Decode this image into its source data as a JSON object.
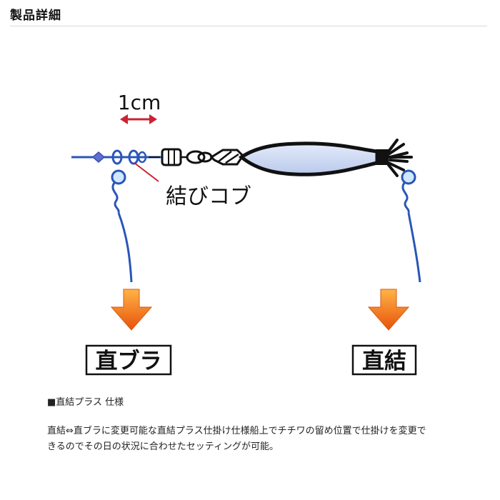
{
  "header": {
    "title": "製品詳細"
  },
  "figure": {
    "measure_label": "1cm",
    "knot_label": "結びコブ",
    "left_result_label": "直ブラ",
    "right_result_label": "直結",
    "colors": {
      "line": "#2a56b8",
      "bead": "#5b6fd6",
      "knot_pointer": "#cc2233",
      "arrow": "#f06a10",
      "lure_body": "#cfdaf2"
    }
  },
  "spec": {
    "title": "■直結プラス 仕様",
    "line1": "直結⇔直ブラに変更可能な直結プラス仕掛け仕様船上でチチワの留め位置で仕掛けを変更で",
    "line2": "きるのでその日の状況に合わせたセッティングが可能。"
  }
}
